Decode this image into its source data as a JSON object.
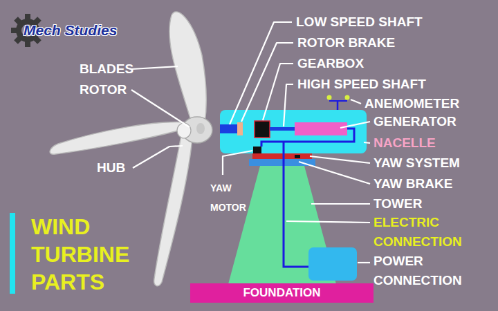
{
  "diagram": {
    "title": "WIND TURBINE PARTS",
    "nodes": [
      {
        "text": [
          "FOUNDATION"
        ]
      }
    ],
    "labels": [
      "Mech Studies",
      "BLADES",
      "ROTOR",
      "HUB",
      "LOW SPEED SHAFT",
      "ROTOR BRAKE",
      "GEARBOX",
      "HIGH SPEED SHAFT",
      "ANEMOMETER",
      "GENERATOR",
      "NACELLE",
      "YAW SYSTEM",
      "YAW BRAKE",
      "YAW MOTOR",
      "TOWER",
      "ELECTRIC CONNECTION",
      "POWER CONNECTION"
    ]
  }
}
